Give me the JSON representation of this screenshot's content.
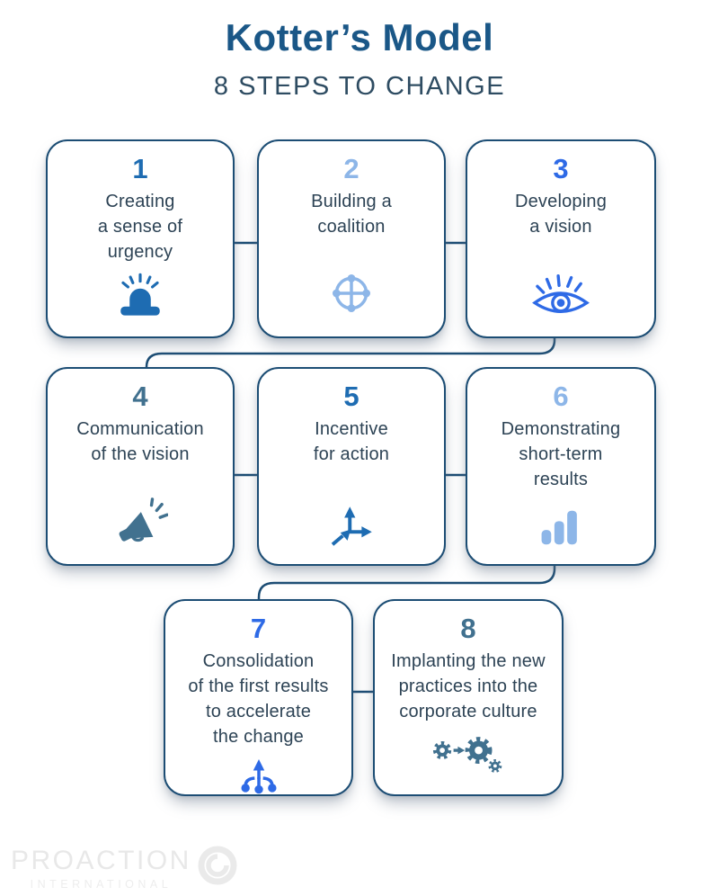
{
  "header": {
    "title": "Kotter’s Model",
    "subtitle": "8 STEPS TO CHANGE"
  },
  "palette": {
    "navy_border": "#1c4d74",
    "title_blue": "#1a5787",
    "text_dark": "#2d4355",
    "medium_blue": "#1e6cb2",
    "light_blue": "#8db6e8",
    "royal_blue": "#2e6ae6",
    "steel_blue": "#41718f",
    "logo_gray": "#e8e8e8"
  },
  "steps": [
    {
      "number": "1",
      "label": "Creating\na sense of\nurgency",
      "icon": "siren-icon",
      "color": "medium_blue"
    },
    {
      "number": "2",
      "label": "Building a\ncoalition",
      "icon": "coalition-icon",
      "color": "light_blue"
    },
    {
      "number": "3",
      "label": "Developing\na vision",
      "icon": "eye-icon",
      "color": "royal_blue"
    },
    {
      "number": "4",
      "label": "Communication\nof the vision",
      "icon": "megaphone-icon",
      "color": "steel_blue"
    },
    {
      "number": "5",
      "label": "Incentive\nfor action",
      "icon": "arrows-icon",
      "color": "medium_blue"
    },
    {
      "number": "6",
      "label": "Demonstrating\nshort-term\nresults",
      "icon": "bar-chart-icon",
      "color": "light_blue"
    },
    {
      "number": "7",
      "label": "Consolidation\nof the first results\nto accelerate\nthe change",
      "icon": "merge-arrow-icon",
      "color": "royal_blue"
    },
    {
      "number": "8",
      "label": "Implanting the new\npractices into the\ncorporate culture",
      "icon": "gears-icon",
      "color": "steel_blue"
    }
  ],
  "footer": {
    "logo_primary": "PROACTION",
    "logo_secondary": "INTERNATIONAL"
  }
}
